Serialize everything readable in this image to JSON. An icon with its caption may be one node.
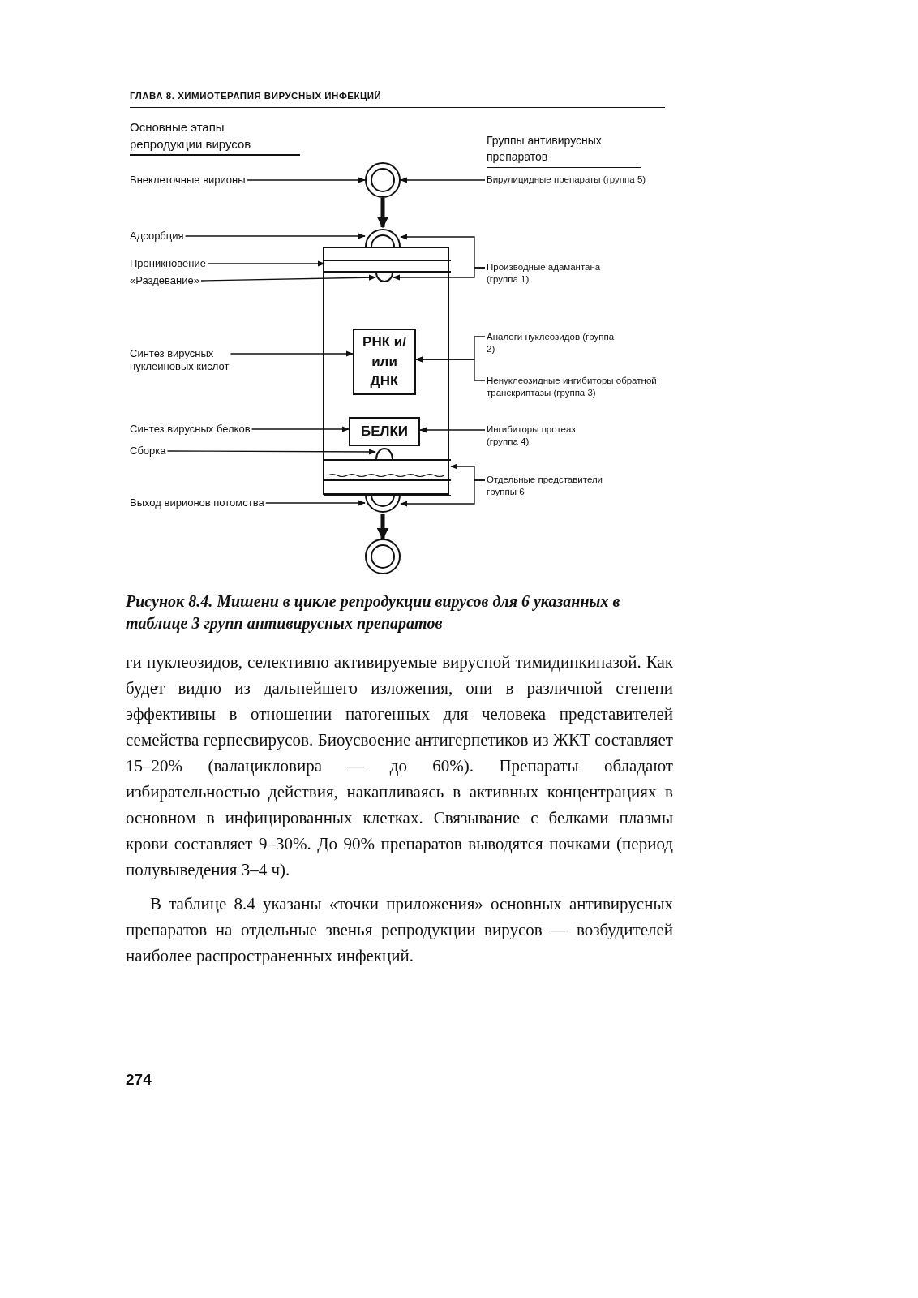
{
  "diagram": {
    "caption": "Рисунок 8.4. Мишени в цикле репродукции вирусов для 6 указанных в таблице 3 групп антивирусных препаратов",
    "nodes": [
      {
        "text": [
          "Внеклеточные вирионы"
        ]
      },
      {
        "text": [],
        "shape": "circle"
      },
      {
        "text": [
          "Вирулицидные препараты (группа 5)"
        ]
      },
      {
        "text": [],
        "shape": "box"
      },
      {
        "text": [
          "Адсорбция"
        ]
      },
      {
        "text": [],
        "shape": "circle"
      },
      {
        "text": [
          "Проникновение"
        ]
      },
      {
        "text": [],
        "shape": "bar",
        "in": 3
      },
      {
        "text": [
          "«Раздевание»"
        ]
      },
      {
        "text": [],
        "shape": "circle",
        "in": 3
      },
      {
        "text": [
          "Производные адамантана (группа 1)"
        ]
      },
      {
        "text": [
          "Синтез вирусных нуклеиновых кислот"
        ]
      },
      {
        "text": [
          "РНК и/или ДНК"
        ],
        "in": 3
      },
      {
        "text": [
          "Аналоги нуклеозидов (группа 2)"
        ]
      },
      {
        "text": [
          "Ненуклеозидные ингибиторы обратной транскриптазы (группа 3)"
        ]
      },
      {
        "text": [
          "Синтез вирусных белков"
        ]
      },
      {
        "text": [
          "БЕЛКИ"
        ],
        "in": 3
      },
      {
        "text": [
          "Ингибиторы протеаз (группа 4)"
        ]
      },
      {
        "text": [
          "Сборка"
        ]
      },
      {
        "text": [],
        "shape": "circle",
        "in": 3
      },
      {
        "text": [],
        "shape": "bar",
        "in": 3
      },
      {
        "text": [
          "Отдельные представители группы 6"
        ]
      },
      {
        "text": [
          "Выход вирионов потомства"
        ]
      },
      {
        "text": [],
        "shape": "circle"
      },
      {
        "text": [],
        "shape": "circle"
      }
    ],
    "edges": [
      {
        "from": 0,
        "to": 1,
        "arrow": "to"
      },
      {
        "from": 2,
        "to": 1,
        "arrow": "to"
      },
      {
        "from": 1,
        "to": 5,
        "arrow": "to",
        "style": "thick"
      },
      {
        "from": 4,
        "to": 5,
        "arrow": "to"
      },
      {
        "from": 6,
        "to": 7,
        "arrow": "to"
      },
      {
        "from": 8,
        "to": 9,
        "arrow": "to"
      },
      {
        "from": 10,
        "to": 5,
        "arrow": "to"
      },
      {
        "from": 10,
        "to": 9,
        "arrow": "to"
      },
      {
        "from": 11,
        "to": 12,
        "arrow": "to"
      },
      {
        "from": 13,
        "to": 12,
        "arrow": "to"
      },
      {
        "from": 14,
        "to": 12,
        "arrow": "to"
      },
      {
        "from": 15,
        "to": 16,
        "arrow": "to"
      },
      {
        "from": 17,
        "to": 16,
        "arrow": "to"
      },
      {
        "from": 18,
        "to": 19,
        "arrow": "to"
      },
      {
        "from": 21,
        "to": 20,
        "arrow": "to"
      },
      {
        "from": 21,
        "to": 23,
        "arrow": "to"
      },
      {
        "from": 22,
        "to": 23,
        "arrow": "to"
      },
      {
        "from": 23,
        "to": 24,
        "arrow": "to",
        "style": "thick"
      }
    ],
    "labels": [
      "ГЛАВА 8. ХИМИОТЕРАПИЯ ВИРУСНЫХ ИНФЕКЦИЙ",
      "Основные этапы репродукции вирусов",
      "Группы антивирусных препаратов",
      "ги нуклеозидов, селективно активируемые вирусной тимидинкиназой. Как будет видно из дальнейшего изложения, они в различной степени эффективны в отношении патогенных для человека представителей семейства герпесвирусов. Биоусвоение антигерпетиков из ЖКТ составляет 15–20% (валацикловира — до 60%). Препараты обладают избирательностью действия, накапливаясь в активных концентрациях в основном в инфицированных клетках. Связывание с белками плазмы крови составляет 9–30%. До 90% препаратов выводятся почками (период полувыведения 3–4 ч).",
      "В таблице 8.4 указаны «точки приложения» основных антивирусных препаратов на отдельные звенья репродукции вирусов — возбудителей наиболее распространенных инфекций.",
      "274"
    ]
  }
}
